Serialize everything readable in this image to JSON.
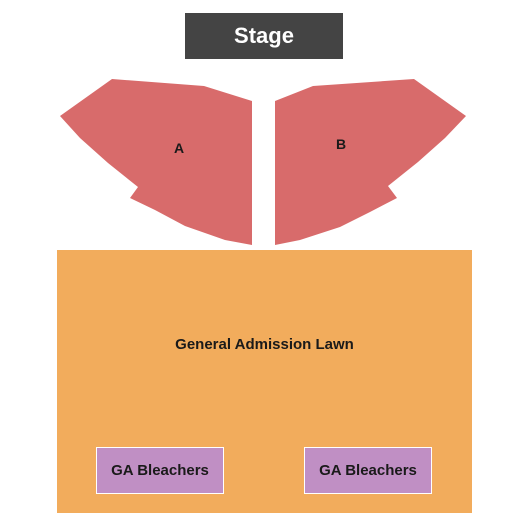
{
  "stage": {
    "label": "Stage"
  },
  "sections": {
    "a": {
      "label": "A"
    },
    "b": {
      "label": "B"
    }
  },
  "lawn": {
    "label": "General Admission Lawn"
  },
  "bleachers": [
    {
      "label": "GA Bleachers"
    },
    {
      "label": "GA Bleachers"
    }
  ],
  "colors": {
    "stage": "#444444",
    "reserved_section": "#d86b6b",
    "lawn": "#f2ac5c",
    "bleachers": "#c08fc4",
    "stage_text": "#ffffff",
    "label_text": "#1a1a1a"
  }
}
